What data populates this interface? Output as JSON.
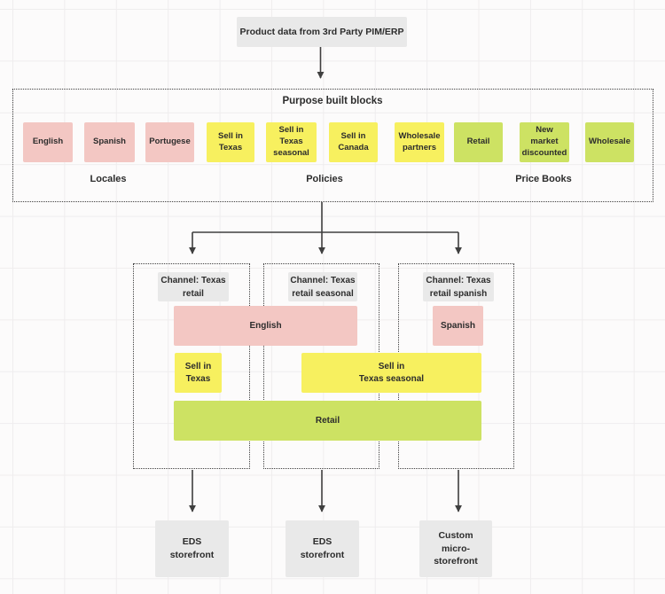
{
  "source": {
    "label": "Product data from 3rd Party PIM/ERP"
  },
  "purpose": {
    "title": "Purpose built blocks",
    "blocks": [
      {
        "label": "English",
        "type": "locale"
      },
      {
        "label": "Spanish",
        "type": "locale"
      },
      {
        "label": "Portugese",
        "type": "locale"
      },
      {
        "label": "Sell in\nTexas",
        "type": "policy"
      },
      {
        "label": "Sell in\nTexas\nseasonal",
        "type": "policy"
      },
      {
        "label": "Sell in\nCanada",
        "type": "policy"
      },
      {
        "label": "Wholesale\npartners",
        "type": "policy"
      },
      {
        "label": "Retail",
        "type": "price_book"
      },
      {
        "label": "New\nmarket\ndiscounted",
        "type": "price_book"
      },
      {
        "label": "Wholesale",
        "type": "price_book"
      }
    ],
    "groups": [
      {
        "label": "Locales"
      },
      {
        "label": "Policies"
      },
      {
        "label": "Price Books"
      }
    ]
  },
  "channels": [
    {
      "title": "Channel: Texas\nretail"
    },
    {
      "title": "Channel: Texas\nretail seasonal"
    },
    {
      "title": "Channel: Texas\nretail spanish"
    }
  ],
  "channel_bars": [
    {
      "label": "English",
      "type": "locale",
      "spans": [
        "Channel: Texas retail",
        "Channel: Texas retail seasonal"
      ]
    },
    {
      "label": "Spanish",
      "type": "locale",
      "spans": [
        "Channel: Texas retail spanish"
      ]
    },
    {
      "label": "Sell in\nTexas",
      "type": "policy",
      "spans": [
        "Channel: Texas retail"
      ]
    },
    {
      "label": "Sell in\nTexas seasonal",
      "type": "policy",
      "spans": [
        "Channel: Texas retail seasonal",
        "Channel: Texas retail spanish"
      ]
    },
    {
      "label": "Retail",
      "type": "price_book",
      "spans": [
        "Channel: Texas retail",
        "Channel: Texas retail seasonal",
        "Channel: Texas retail spanish"
      ]
    }
  ],
  "storefronts": [
    {
      "label": "EDS\nstorefront"
    },
    {
      "label": "EDS\nstorefront"
    },
    {
      "label": "Custom\nmicro-\nstorefront"
    }
  ],
  "colors": {
    "locale_pink": "#f3c7c3",
    "policy_yellow": "#f7f05f",
    "price_book_green": "#cde263",
    "node_gray": "#e9e9e9",
    "arrow": "#3f3f3f",
    "text": "#2c2c2c",
    "grid_line": "#efedee",
    "background": "#fcfbfb"
  }
}
